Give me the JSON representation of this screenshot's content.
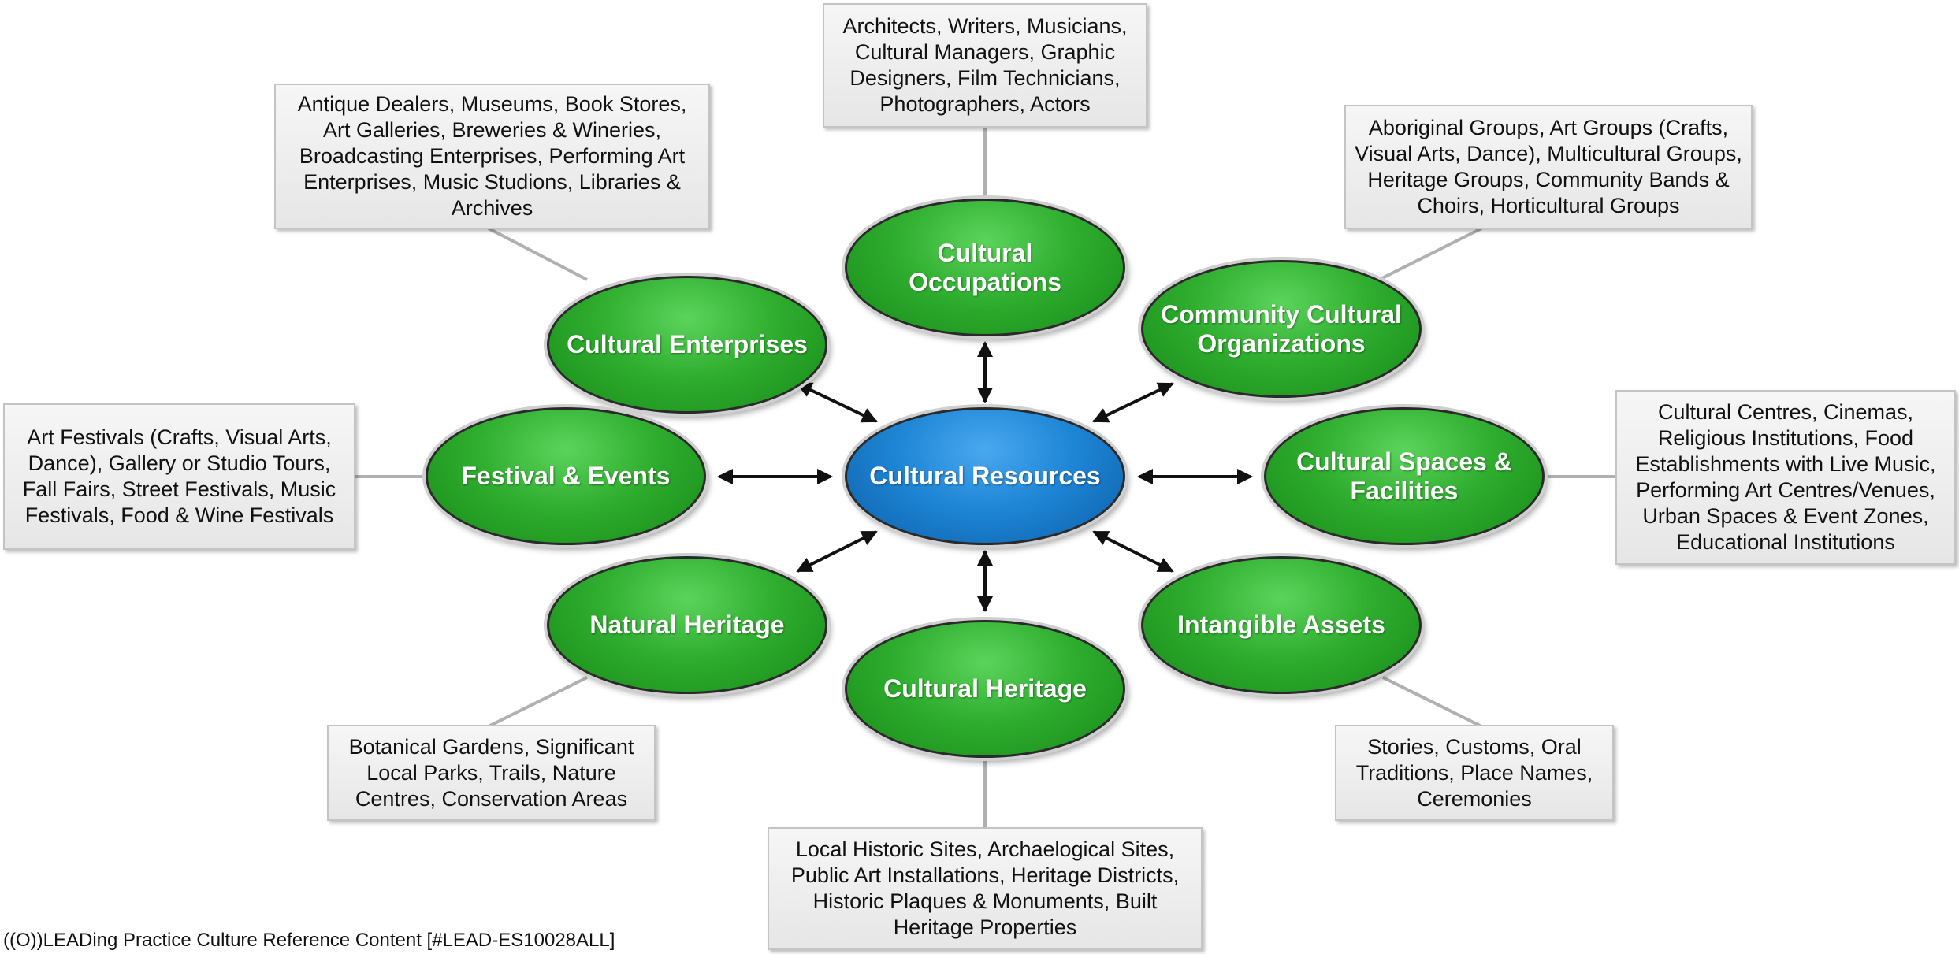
{
  "center": {
    "label": "Cultural Resources"
  },
  "nodes": {
    "occupations": {
      "label": "Cultural Occupations"
    },
    "enterprises": {
      "label": "Cultural Enterprises"
    },
    "community": {
      "label": "Community Cultural Organizations"
    },
    "festival": {
      "label": "Festival & Events"
    },
    "spaces": {
      "label": "Cultural Spaces & Facilities"
    },
    "natural": {
      "label": "Natural Heritage"
    },
    "intangible": {
      "label": "Intangible Assets"
    },
    "heritage": {
      "label": "Cultural Heritage"
    }
  },
  "boxes": {
    "occupations": {
      "text": "Architects, Writers, Musicians, Cultural Managers, Graphic Designers, Film Technicians, Photographers, Actors"
    },
    "enterprises": {
      "text": "Antique Dealers, Museums, Book Stores, Art Galleries, Breweries & Wineries, Broadcasting Enterprises, Performing Art Enterprises, Music Studions, Libraries & Archives"
    },
    "community": {
      "text": "Aboriginal Groups, Art Groups (Crafts, Visual Arts, Dance), Multicultural Groups, Heritage Groups, Community Bands & Choirs, Horticultural Groups"
    },
    "festival": {
      "text": "Art Festivals (Crafts, Visual Arts, Dance), Gallery or Studio Tours, Fall Fairs, Street Festivals, Music Festivals, Food & Wine Festivals"
    },
    "spaces": {
      "text": "Cultural Centres, Cinemas, Religious Institutions, Food Establishments with Live Music, Performing Art Centres/Venues, Urban Spaces & Event Zones, Educational Institutions"
    },
    "natural": {
      "text": "Botanical Gardens, Significant Local Parks, Trails, Nature Centres, Conservation Areas"
    },
    "intangible": {
      "text": "Stories, Customs, Oral Traditions, Place Names, Ceremonies"
    },
    "heritage": {
      "text": "Local Historic Sites, Archaelogical Sites, Public Art Installations, Heritage Districts, Historic Plaques & Monuments, Built Heritage Properties"
    }
  },
  "footer": {
    "text": "((O))LEADing Practice Culture Reference Content [#LEAD-ES10028ALL]"
  }
}
